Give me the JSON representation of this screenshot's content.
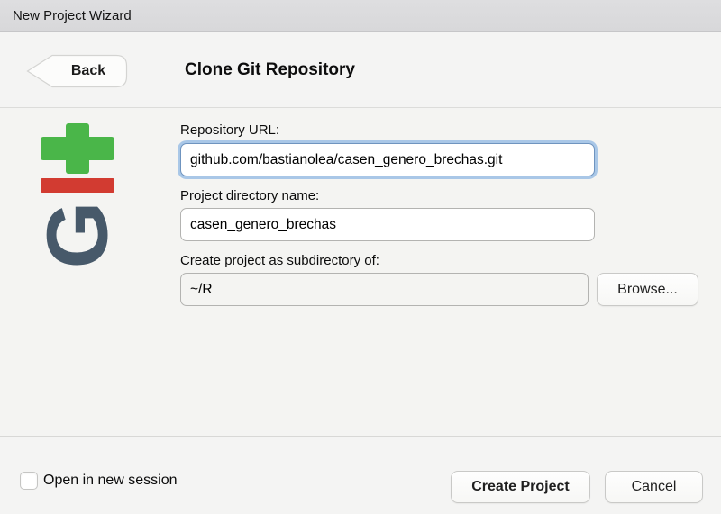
{
  "window": {
    "title": "New Project Wizard"
  },
  "header": {
    "back_label": "Back",
    "title": "Clone Git Repository"
  },
  "icons": {
    "git_logo_letter": "G",
    "git_logo_name": "git-logo",
    "back_arrow_name": "back-arrow"
  },
  "form": {
    "repo_url": {
      "label": "Repository URL:",
      "value": "github.com/bastianolea/casen_genero_brechas.git",
      "focused": true
    },
    "dir_name": {
      "label": "Project directory name:",
      "value": "casen_genero_brechas"
    },
    "subdir": {
      "label": "Create project as subdirectory of:",
      "value": "~/R",
      "browse_label": "Browse..."
    }
  },
  "footer": {
    "checkbox_label": "Open in new session",
    "checkbox_checked": false,
    "create_label": "Create Project",
    "cancel_label": "Cancel"
  },
  "colors": {
    "git_green": "#4ab649",
    "git_red": "#d23b31",
    "git_slate": "#47596a",
    "focus_ring": "#a9c7e7",
    "focus_border": "#6f94bf"
  }
}
